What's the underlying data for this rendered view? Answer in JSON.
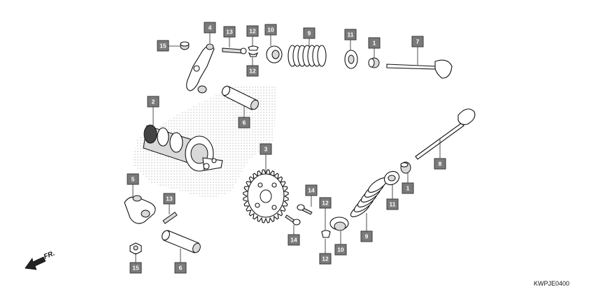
{
  "diagram": {
    "front_label": "FR.",
    "code": "KWPJE0400",
    "callouts": {
      "c1a": "1",
      "c1b": "1",
      "c2": "2",
      "c3": "3",
      "c4": "4",
      "c5": "5",
      "c6a": "6",
      "c6b": "6",
      "c7": "7",
      "c8": "8",
      "c9a": "9",
      "c9b": "9",
      "c10a": "10",
      "c10b": "10",
      "c11a": "11",
      "c11b": "11",
      "c12a": "12",
      "c12b": "12",
      "c12c": "12",
      "c12d": "12",
      "c13a": "13",
      "c13b": "13",
      "c14a": "14",
      "c14b": "14",
      "c15a": "15",
      "c15b": "15"
    }
  }
}
